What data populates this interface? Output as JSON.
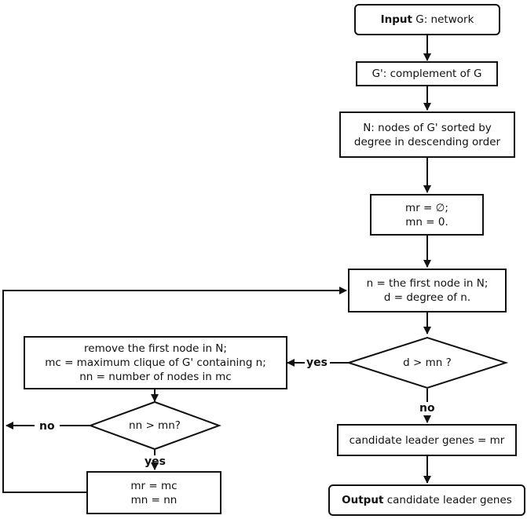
{
  "nodes": {
    "input": {
      "bold": "Input",
      "text": " G: network"
    },
    "complement": {
      "text": "G': complement of G"
    },
    "sort": {
      "line1": "N: nodes of G' sorted by",
      "line2": "degree in descending order"
    },
    "init": {
      "line1": "mr = ∅;",
      "line2": "mn = 0."
    },
    "first_node": {
      "line1": "n = the first node in N;",
      "line2": "d = degree of n."
    },
    "decision_d": {
      "text": "d > mn ?"
    },
    "remove": {
      "line1": "remove the first node in N;",
      "line2": "mc = maximum clique of G' containing n;",
      "line3": "nn = number of nodes in mc"
    },
    "decision_nn": {
      "text": "nn > mn?"
    },
    "update": {
      "line1": "mr = mc",
      "line2": "mn = nn"
    },
    "candidate": {
      "text": "candidate leader genes = mr"
    },
    "output": {
      "bold": "Output",
      "text": " candidate leader genes"
    }
  },
  "labels": {
    "yes_d": "yes",
    "no_d": "no",
    "no_nn": "no",
    "yes_nn": "yes"
  },
  "colors": {
    "line": "#111111",
    "background": "#ffffff"
  }
}
